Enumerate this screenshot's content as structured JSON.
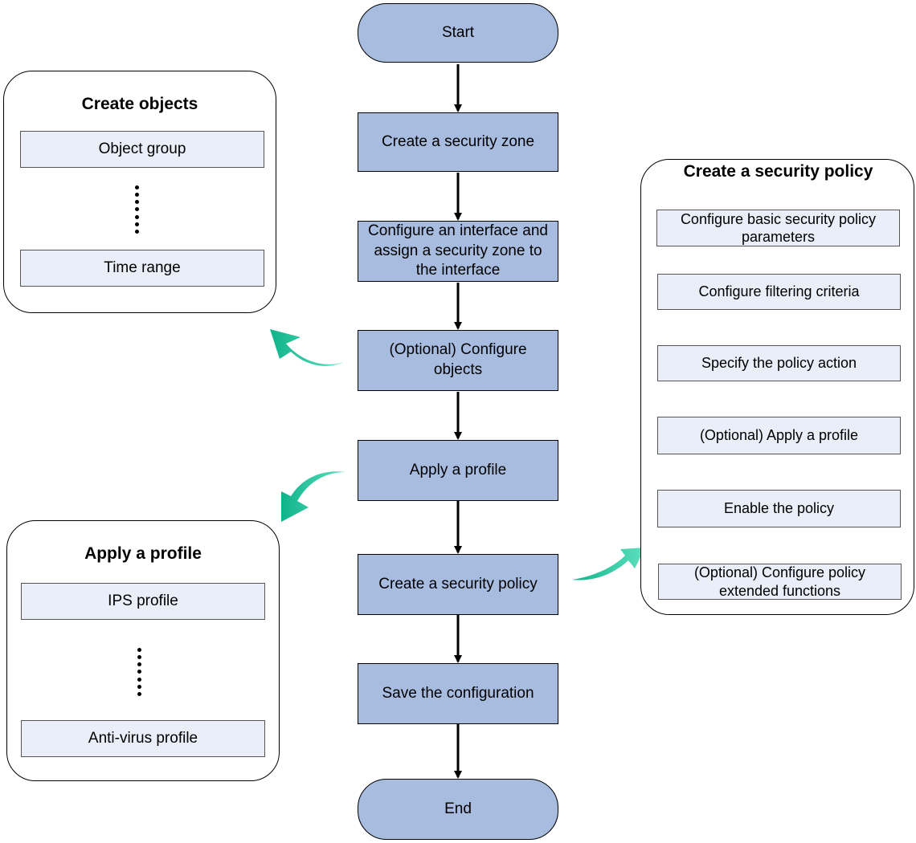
{
  "main_flow": {
    "start": "Start",
    "steps": [
      "Create a security zone",
      "Configure an interface and assign a security zone to the interface",
      "(Optional) Configure objects",
      "Apply a profile",
      "Create a security policy",
      "Save the configuration"
    ],
    "end": "End"
  },
  "create_objects": {
    "title": "Create objects",
    "items": [
      "Object group",
      "Time range"
    ]
  },
  "apply_profile": {
    "title": "Apply a profile",
    "items": [
      "IPS profile",
      "Anti-virus profile"
    ]
  },
  "security_policy": {
    "title": "Create a security policy",
    "steps": [
      "Configure basic security policy parameters",
      "Configure filtering criteria",
      "Specify the policy action",
      "(Optional) Apply a profile",
      "Enable the policy",
      "(Optional) Configure policy extended functions"
    ]
  },
  "colors": {
    "step_fill": "#a8bce0",
    "substep_fill": "#e9eef8",
    "callout_arrow": "#1ec49a"
  }
}
